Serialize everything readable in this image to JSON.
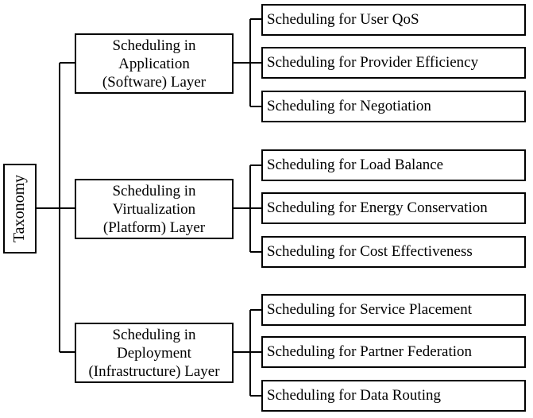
{
  "root": {
    "label": "Taxonomy"
  },
  "layers": [
    {
      "lines": [
        "Scheduling in",
        "Application",
        "(Software) Layer"
      ],
      "children": [
        "Scheduling for User QoS",
        "Scheduling for Provider Efficiency",
        "Scheduling for Negotiation"
      ]
    },
    {
      "lines": [
        "Scheduling in",
        "Virtualization",
        "(Platform) Layer"
      ],
      "children": [
        "Scheduling for Load Balance",
        "Scheduling for Energy Conservation",
        "Scheduling for Cost Effectiveness"
      ]
    },
    {
      "lines": [
        "Scheduling in",
        "Deployment",
        "(Infrastructure) Layer"
      ],
      "children": [
        "Scheduling for Service Placement",
        "Scheduling for Partner Federation",
        "Scheduling for Data Routing"
      ]
    }
  ],
  "colors": {
    "line": "#000000",
    "box_border": "#000000",
    "background": "#ffffff"
  }
}
